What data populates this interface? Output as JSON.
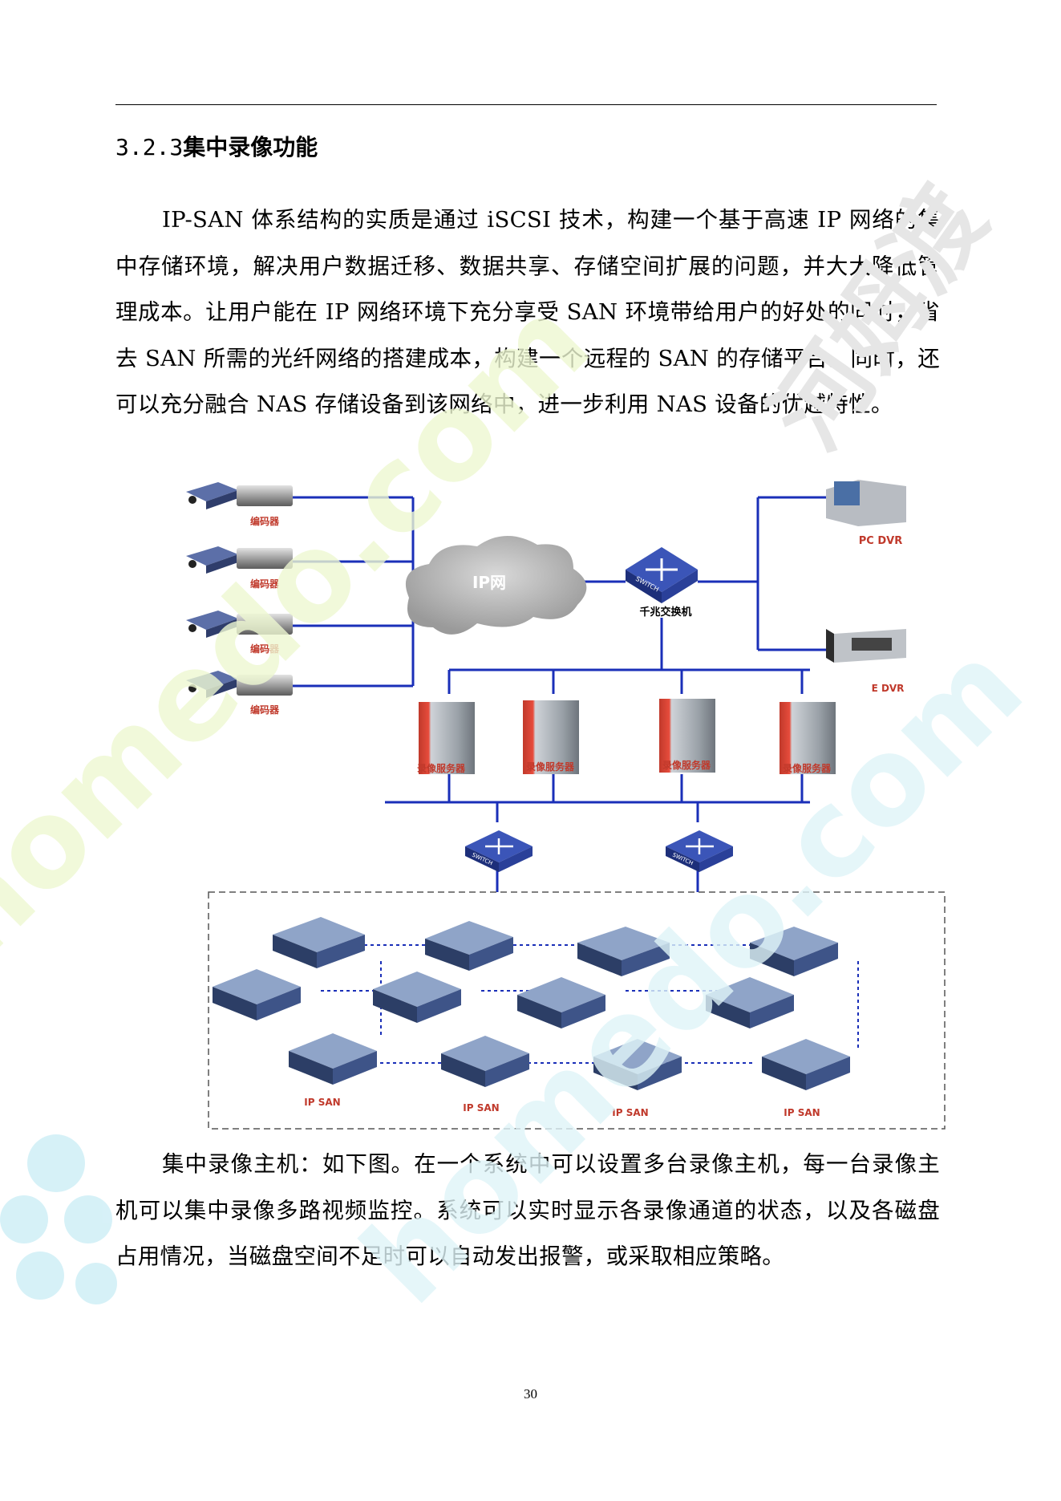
{
  "heading": {
    "number": "3.2.3",
    "title": "集中录像功能"
  },
  "paragraphs": [
    "IP-SAN 体系结构的实质是通过 iSCSI 技术，构建一个基于高速 IP 网络的集中存储环境，解决用户数据迁移、数据共享、存储空间扩展的问题，并大大降低管理成本。让用户能在 IP 网络环境下充分享受 SAN 环境带给用户的好处的同时，省去 SAN 所需的光纤网络的搭建成本，构建一个远程的 SAN 的存储平台。同时，还可以充分融合 NAS 存储设备到该网络中，进一步利用 NAS 设备的优越特性。",
    "集中录像主机：如下图。在一个系统中可以设置多台录像主机，每一台录像主机可以集中录像多路视频监控。系统可以实时显示各录像通道的状态，以及各磁盘占用情况，当磁盘空间不足时可以自动发出报警，或采取相应策略。"
  ],
  "diagram": {
    "encoder_label": "编码器",
    "cloud_label": "IP网",
    "switch_text": "SWITCH",
    "gigabit_switch_label": "千兆交换机",
    "pc_dvr_label": "PC DVR",
    "e_dvr_label": "E DVR",
    "server_label": "录像服务器",
    "ip_san_label": "IP SAN",
    "line_color": "#1a2fb8"
  },
  "page_number": "30",
  "watermark": {
    "logo_text": "河姆渡",
    "url_text": "homedo.com"
  }
}
